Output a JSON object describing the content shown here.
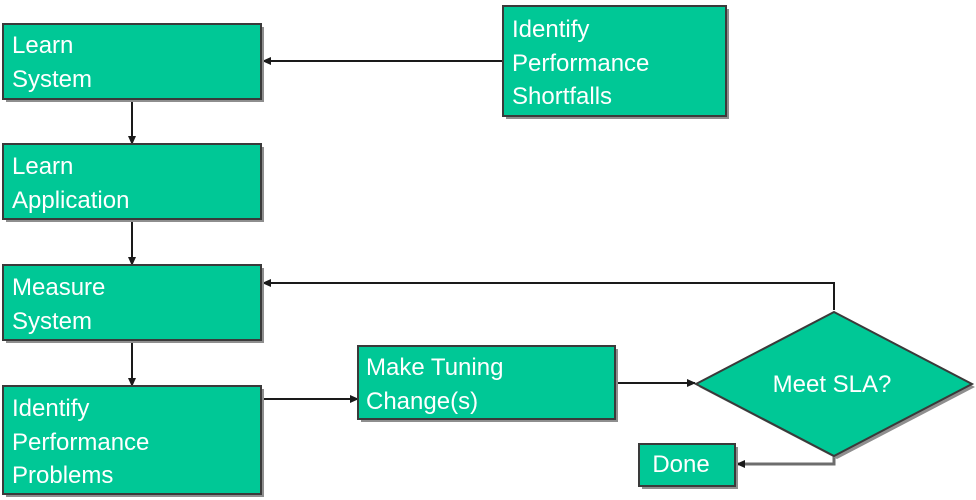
{
  "diagram": {
    "nodes": {
      "learn_system": {
        "lines": [
          "Learn",
          "System"
        ]
      },
      "identify_shortfalls": {
        "lines": [
          "Identify",
          "Performance",
          "Shortfalls"
        ]
      },
      "learn_application": {
        "lines": [
          "Learn",
          "Application"
        ]
      },
      "measure_system": {
        "lines": [
          "Measure",
          "System"
        ]
      },
      "identify_problems": {
        "lines": [
          "Identify",
          "Performance",
          "Problems"
        ]
      },
      "make_tuning": {
        "lines": [
          "Make Tuning",
          "Change(s)"
        ]
      },
      "meet_sla": {
        "lines": [
          "Meet SLA?"
        ]
      },
      "done": {
        "lines": [
          "Done"
        ]
      }
    },
    "colors": {
      "node_fill": "#00c896",
      "node_border": "#3a3a3a",
      "text": "#ffffff",
      "edge": "#1a1a1a"
    }
  }
}
